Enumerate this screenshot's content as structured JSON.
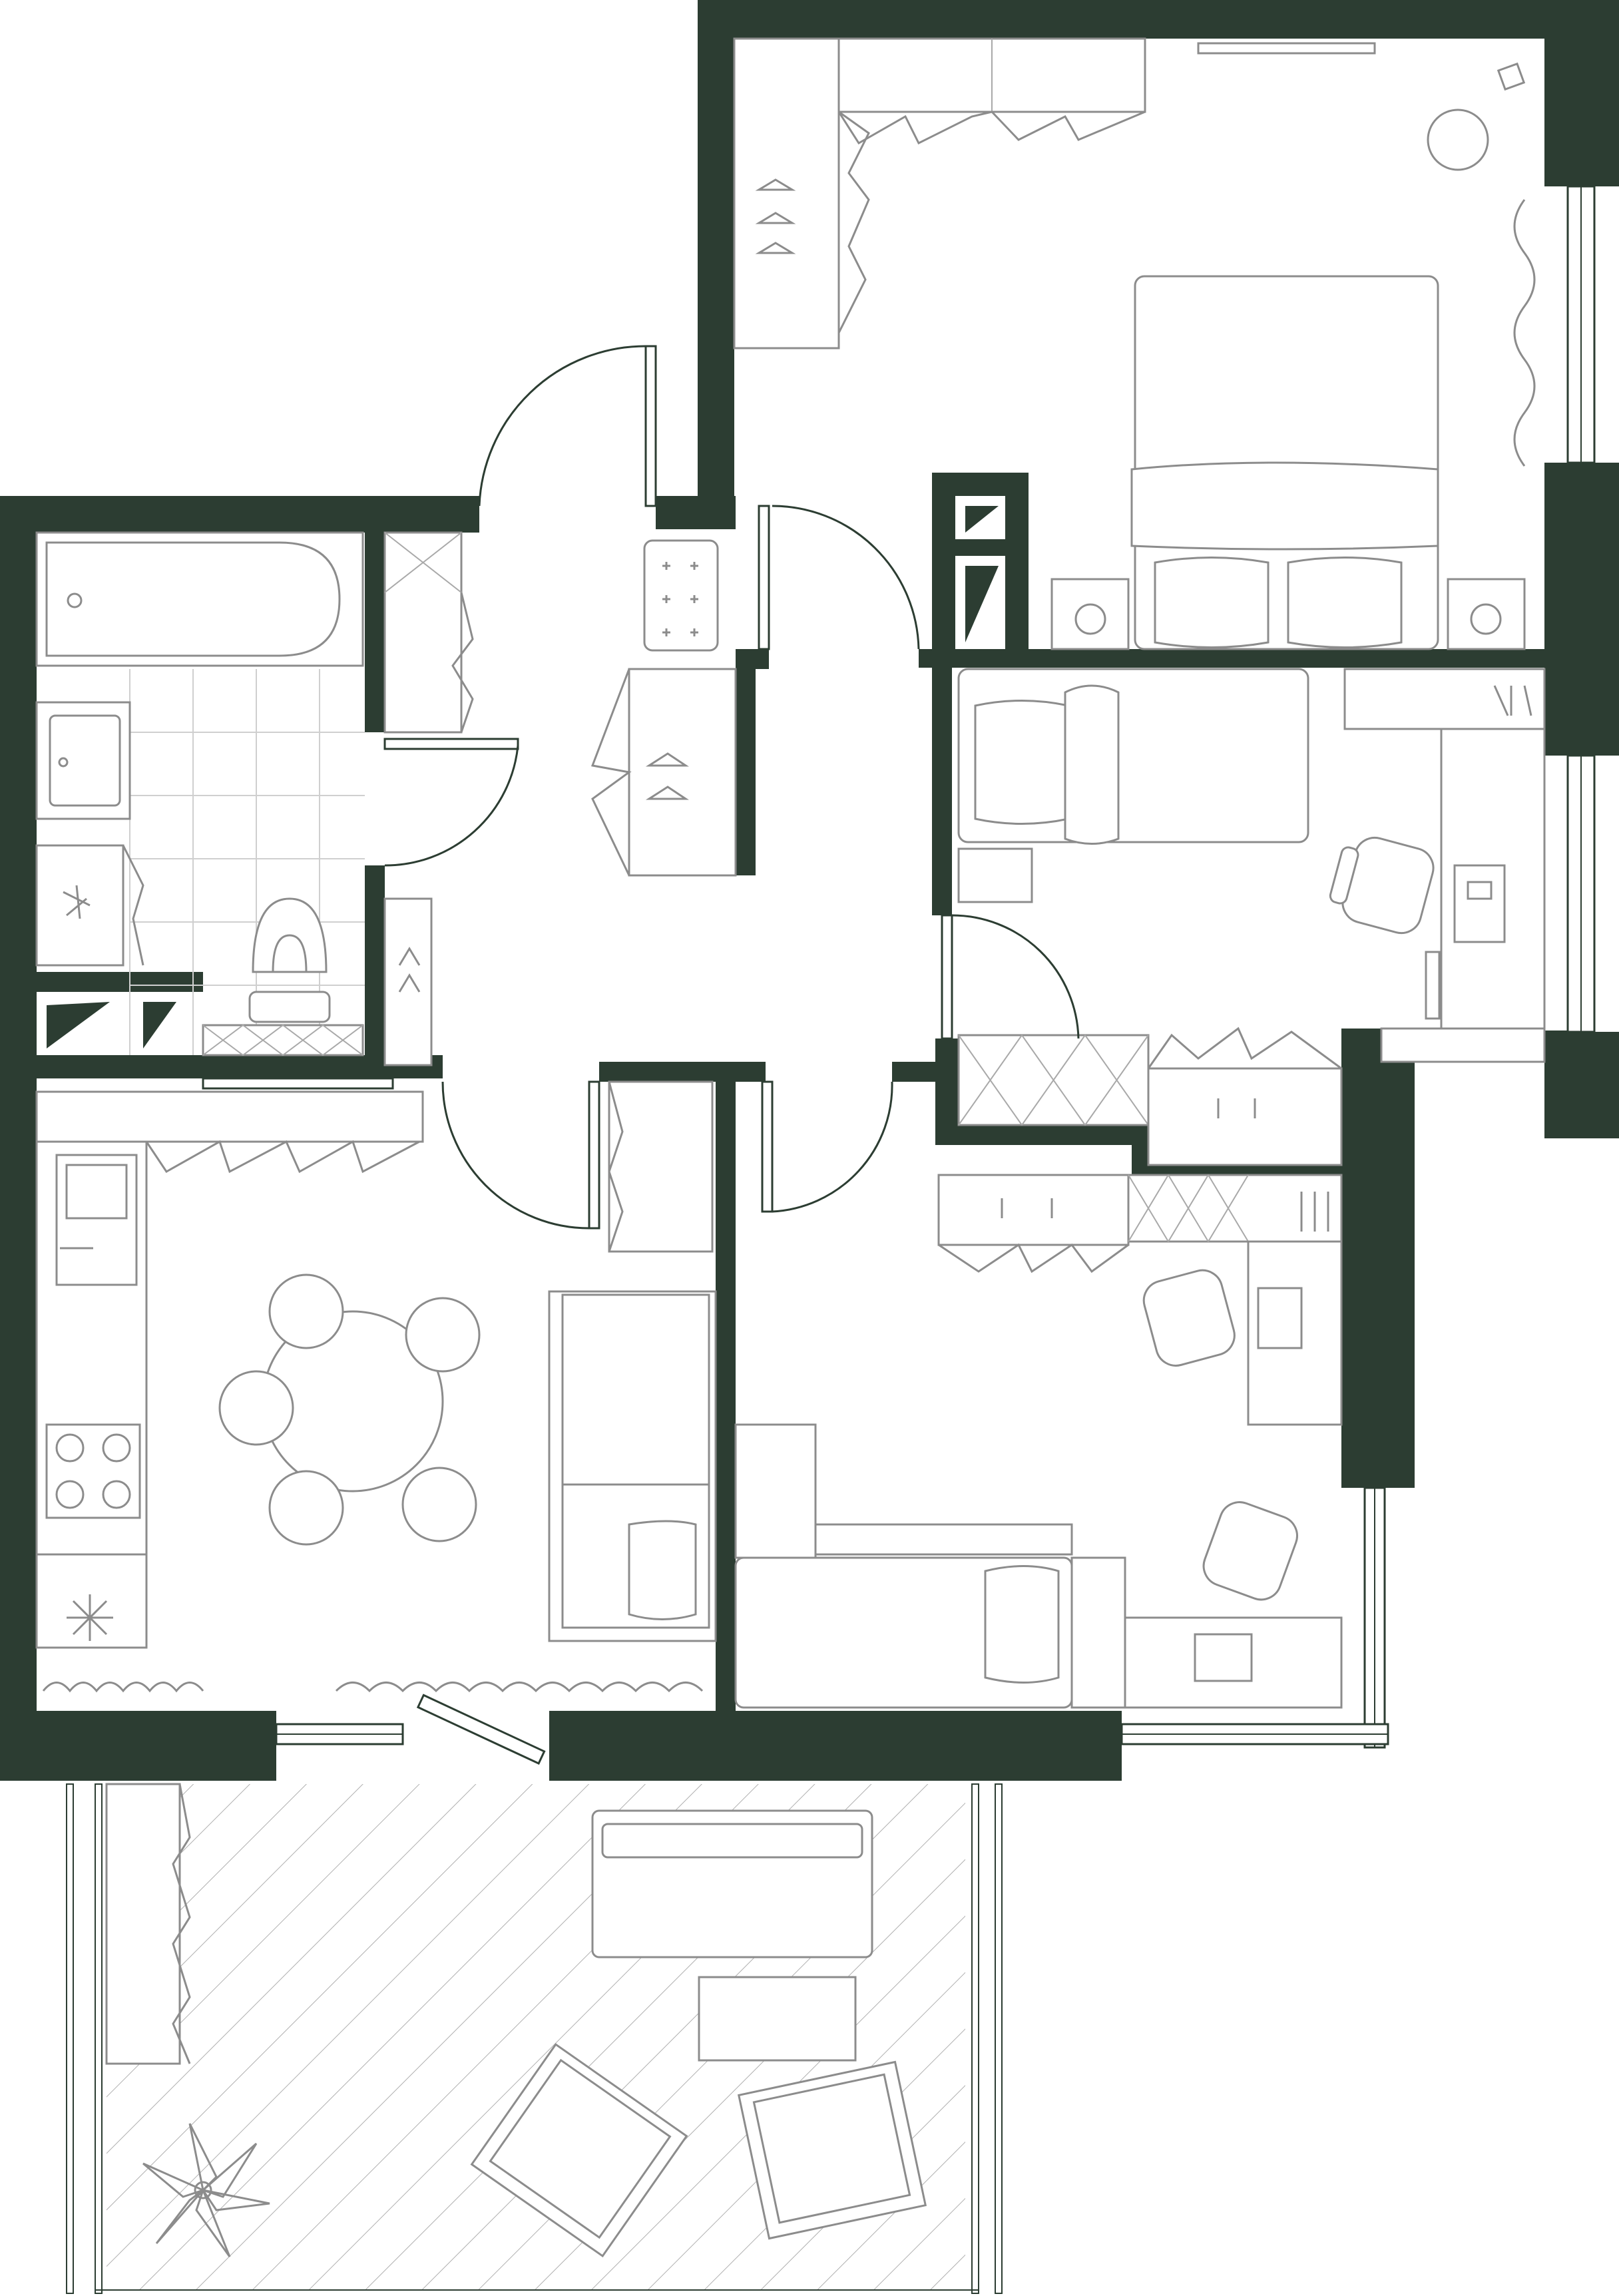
{
  "plan": {
    "colors": {
      "wall": "#2c3d32",
      "furniture": "#8c8c8c",
      "background": "#ffffff"
    }
  },
  "rooms": [
    {
      "name": "bedroom-main"
    },
    {
      "name": "bathroom"
    },
    {
      "name": "hallway"
    },
    {
      "name": "bedroom-small"
    },
    {
      "name": "kitchen-living"
    },
    {
      "name": "kids-room"
    },
    {
      "name": "balcony"
    }
  ],
  "icons": [
    "bed-icon",
    "bathtub-icon",
    "toilet-icon",
    "sink-icon",
    "washing-machine-icon",
    "dining-table-icon",
    "sofa-icon",
    "desk-chair-icon",
    "wardrobe-icon",
    "stove-icon",
    "plant-icon",
    "armchair-icon"
  ]
}
